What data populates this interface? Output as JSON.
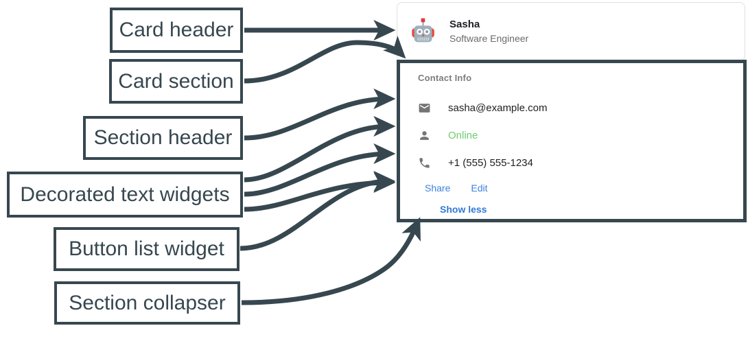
{
  "annotations": [
    {
      "label": "Card header",
      "name": "annotation-card-header"
    },
    {
      "label": "Card section",
      "name": "annotation-card-section"
    },
    {
      "label": "Section header",
      "name": "annotation-section-header"
    },
    {
      "label": "Decorated text widgets",
      "name": "annotation-decorated-text-widgets"
    },
    {
      "label": "Button list widget",
      "name": "annotation-button-list-widget"
    },
    {
      "label": "Section collapser",
      "name": "annotation-section-collapser"
    }
  ],
  "card": {
    "header": {
      "avatar_icon": "robot-avatar-icon",
      "title": "Sasha",
      "subtitle": "Software Engineer"
    },
    "section": {
      "header": "Contact Info",
      "rows": [
        {
          "icon": "email-icon",
          "text": "sasha@example.com",
          "style": "default"
        },
        {
          "icon": "person-icon",
          "text": "Online",
          "style": "status"
        },
        {
          "icon": "phone-icon",
          "text": "+1 (555) 555-1234",
          "style": "default"
        }
      ],
      "buttons": [
        {
          "label": "Share"
        },
        {
          "label": "Edit"
        }
      ],
      "collapser": {
        "label": "Show less"
      }
    }
  },
  "colors": {
    "annotation_stroke": "#37474f",
    "link_blue": "#3b82dd",
    "collapser_blue": "#3279d6",
    "status_green": "#6ecc6e",
    "muted_text": "#6b6b6b",
    "section_header_text": "#7c7c7c",
    "card_border": "#e0e0e0"
  }
}
